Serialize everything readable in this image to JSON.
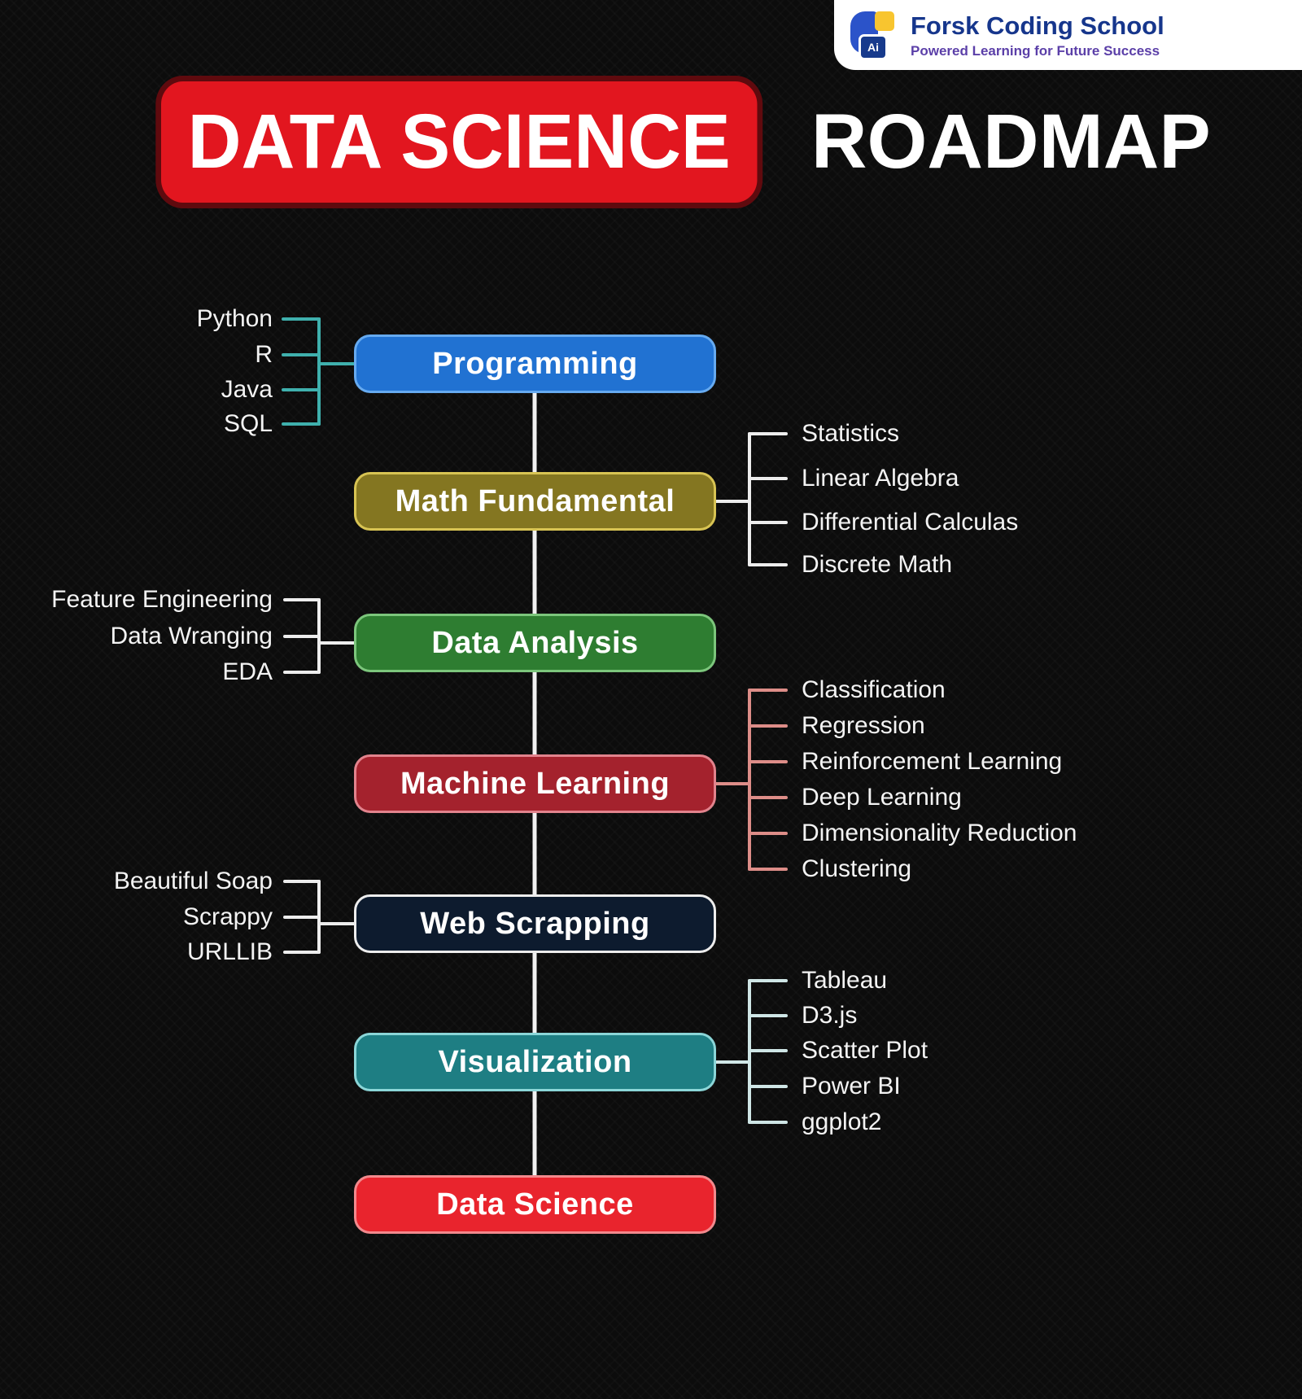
{
  "logo": {
    "name": "Forsk Coding School",
    "tagline": "Powered Learning for Future Success",
    "badge": "Ai",
    "colors": {
      "brand_blue": "#16368c",
      "accent_yellow": "#f8c52f",
      "tagline_purple": "#5b3fa8"
    }
  },
  "title": {
    "highlight": "DATA SCIENCE",
    "rest": "ROADMAP",
    "highlight_bg": "#e2161f"
  },
  "nodes": [
    {
      "id": "programming",
      "label": "Programming",
      "bg": "#2172d2",
      "border": "#66aaf0"
    },
    {
      "id": "math-fundamental",
      "label": "Math Fundamental",
      "bg": "#847621",
      "border": "#d8c453"
    },
    {
      "id": "data-analysis",
      "label": "Data Analysis",
      "bg": "#2e7d31",
      "border": "#7cc67c"
    },
    {
      "id": "machine-learning",
      "label": "Machine Learning",
      "bg": "#a4222d",
      "border": "#e2838d"
    },
    {
      "id": "web-scrapping",
      "label": "Web Scrapping",
      "bg": "#0d1b2e",
      "border": "#ededed"
    },
    {
      "id": "visualization",
      "label": "Visualization",
      "bg": "#1e7e83",
      "border": "#8bd6d8"
    },
    {
      "id": "data-science",
      "label": "Data Science",
      "bg": "#e9242d",
      "border": "#f2898d"
    }
  ],
  "groups": [
    {
      "side": "left",
      "connects": "programming",
      "bracket_color": "#3fb0ad",
      "items": [
        "Python",
        "R",
        "Java",
        "SQL"
      ]
    },
    {
      "side": "right",
      "connects": "math-fundamental",
      "bracket_color": "#ededed",
      "items": [
        "Statistics",
        "Linear Algebra",
        "Differential Calculas",
        "Discrete Math"
      ]
    },
    {
      "side": "left",
      "connects": "data-analysis",
      "bracket_color": "#ededed",
      "items": [
        "Feature Engineering",
        "Data Wranging",
        "EDA"
      ]
    },
    {
      "side": "right",
      "connects": "machine-learning",
      "bracket_color": "#dd8d88",
      "items": [
        "Classification",
        "Regression",
        "Reinforcement Learning",
        "Deep Learning",
        "Dimensionality Reduction",
        "Clustering"
      ]
    },
    {
      "side": "left",
      "connects": "web-scrapping",
      "bracket_color": "#ededed",
      "items": [
        "Beautiful Soap",
        "Scrappy",
        "URLLIB"
      ]
    },
    {
      "side": "right",
      "connects": "visualization",
      "bracket_color": "#cfe6e6",
      "items": [
        "Tableau",
        "D3.js",
        "Scatter Plot",
        "Power BI",
        "ggplot2"
      ]
    }
  ]
}
